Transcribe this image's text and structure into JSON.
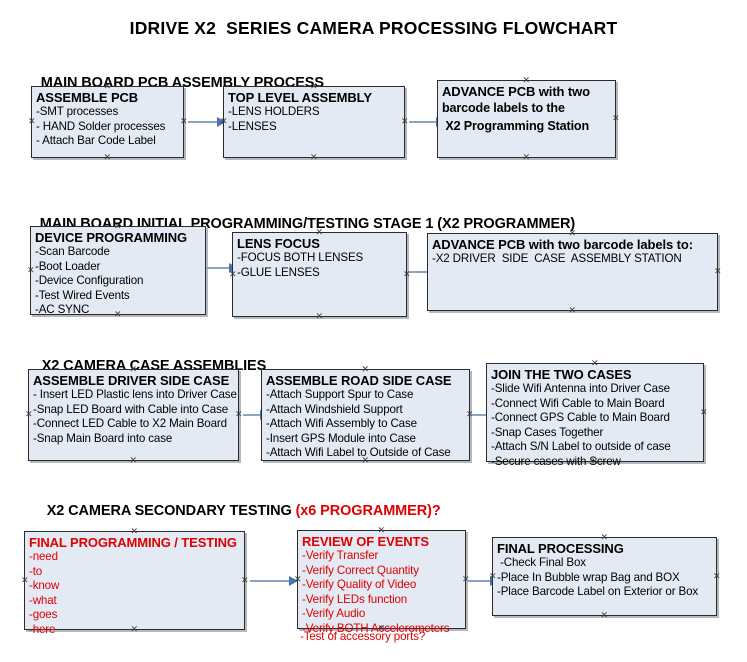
{
  "document": {
    "title": "IDRIVE X2  SERIES CAMERA PROCESSING FLOWCHART"
  },
  "colors": {
    "node_fill": "#e4eaf4",
    "node_border": "#2b2b2b",
    "arrow_line": "#8ca4c4",
    "arrow_head": "#4a74b0",
    "text_black": "#000000",
    "text_red": "#e00000"
  },
  "sections": [
    {
      "id": "main-board-pcb-assembly",
      "header": "MAIN BOARD PCB ASSEMBLY PROCESS",
      "header_accent": "",
      "nodes": [
        {
          "id": "assemble-pcb",
          "title": "ASSEMBLE PCB",
          "lines": [
            "-SMT processes",
            "- HAND Solder processes",
            "- Attach Bar Code Label"
          ],
          "color": "black",
          "bold_body": false
        },
        {
          "id": "top-level-assembly",
          "title": "TOP LEVEL ASSEMBLY",
          "lines": [
            "-LENS HOLDERS",
            "-LENSES"
          ],
          "color": "black",
          "bold_body": false
        },
        {
          "id": "advance-pcb-to-x2-programming-station",
          "title": "ADVANCE PCB with two",
          "lines": [
            "barcode labels to the",
            " X2 Programming Station"
          ],
          "color": "black",
          "bold_body": true
        }
      ]
    },
    {
      "id": "main-board-initial-programming",
      "header": "MAIN BOARD INITIAL PROGRAMMING/TESTING STAGE 1 (X2 PROGRAMMER)",
      "header_accent": "",
      "nodes": [
        {
          "id": "device-programming",
          "title": "DEVICE PROGRAMMING",
          "lines": [
            "-Scan Barcode",
            "-Boot Loader",
            "-Device Configuration",
            "-Test Wired Events",
            "-AC SYNC"
          ],
          "color": "black",
          "bold_body": false
        },
        {
          "id": "lens-focus",
          "title": "LENS FOCUS",
          "lines": [
            "-FOCUS BOTH LENSES",
            "-GLUE LENSES"
          ],
          "color": "black",
          "bold_body": false
        },
        {
          "id": "advance-pcb-to-driver-side-case-station",
          "title": "ADVANCE PCB with two barcode labels to:",
          "lines": [
            "-X2 DRIVER  SIDE  CASE  ASSEMBLY STATION"
          ],
          "color": "black",
          "bold_body": false
        }
      ]
    },
    {
      "id": "x2-camera-case-assemblies",
      "header": "X2 CAMERA CASE ASSEMBLIES",
      "header_accent": "",
      "nodes": [
        {
          "id": "assemble-driver-side-case",
          "title": "ASSEMBLE DRIVER SIDE CASE",
          "lines": [
            "- Insert LED Plastic lens into Driver Case",
            "-Snap LED Board with Cable into Case",
            "-Connect LED Cable to X2 Main Board",
            "-Snap Main Board into case"
          ],
          "color": "black",
          "bold_body": false
        },
        {
          "id": "assemble-road-side-case",
          "title": "ASSEMBLE ROAD SIDE CASE",
          "lines": [
            "-Attach Support Spur to Case",
            "-Attach Windshield Support",
            "-Attach Wifi Assembly to Case",
            "-Insert GPS Module into Case",
            "-Attach Wifi Label to Outside of Case"
          ],
          "color": "black",
          "bold_body": false
        },
        {
          "id": "join-the-two-cases",
          "title": "JOIN THE TWO CASES",
          "lines": [
            "-Slide Wifi Antenna into Driver Case",
            "-Connect Wifi Cable to Main Board",
            "-Connect GPS Cable to Main Board",
            "-Snap Cases Together",
            "-Attach S/N Label to outside of case",
            "-Secure cases with Screw"
          ],
          "color": "black",
          "bold_body": false
        }
      ]
    },
    {
      "id": "x2-camera-secondary-testing",
      "header": "X2 CAMERA SECONDARY TESTING ",
      "header_accent": "(x6 PROGRAMMER)?",
      "nodes": [
        {
          "id": "final-programming-testing",
          "title": "FINAL PROGRAMMING / TESTING",
          "lines": [
            "-need",
            "-to",
            "-know",
            "-what",
            "-goes",
            "-here"
          ],
          "color": "red",
          "bold_body": false
        },
        {
          "id": "review-of-events",
          "title": "REVIEW OF EVENTS",
          "lines": [
            "-Verify Transfer",
            "-Verify Correct Quantity",
            "-Verify Quality of Video",
            "-Verify LEDs function",
            "-Verify Audio",
            "-Verify BOTH Accelerometers"
          ],
          "overflow_line": "-Test of accessory ports?",
          "color": "red",
          "bold_body": false
        },
        {
          "id": "final-processing",
          "title": "FINAL PROCESSING",
          "lines": [
            " -Check Final Box",
            "-Place In Bubble wrap Bag and BOX",
            "-Place Barcode Label on Exterior or Box"
          ],
          "color": "black",
          "bold_body": false
        }
      ]
    }
  ]
}
